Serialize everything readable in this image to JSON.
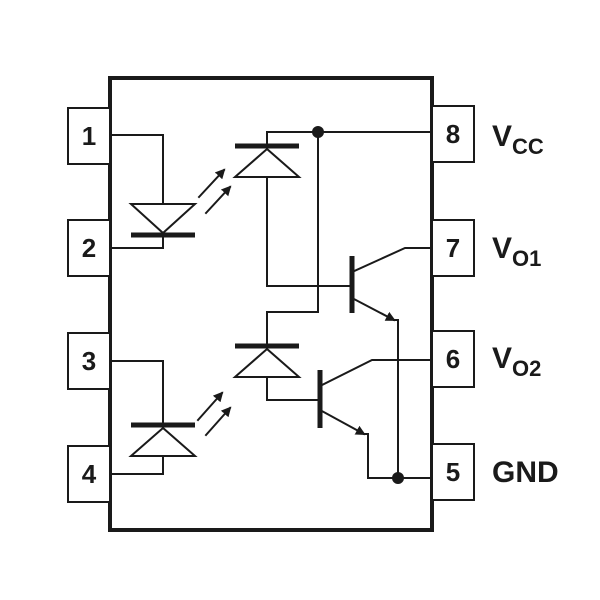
{
  "pins": [
    {
      "number": "1"
    },
    {
      "number": "2"
    },
    {
      "number": "3"
    },
    {
      "number": "4"
    },
    {
      "number": "5",
      "label": "GND"
    },
    {
      "number": "6",
      "label_main": "V",
      "label_sub": "O2"
    },
    {
      "number": "7",
      "label_main": "V",
      "label_sub": "O1"
    },
    {
      "number": "8",
      "label_main": "V",
      "label_sub": "CC"
    }
  ]
}
